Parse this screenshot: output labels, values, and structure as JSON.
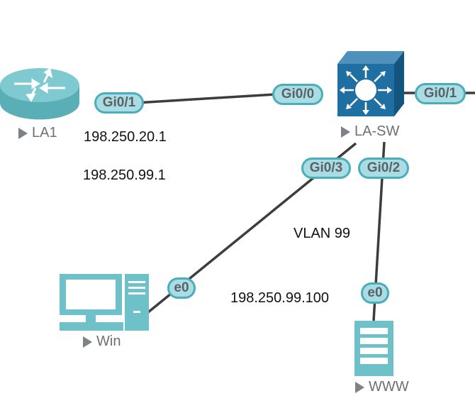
{
  "nodes": {
    "router": {
      "label": "LA1",
      "icon": "router-icon"
    },
    "switch": {
      "label": "LA-SW",
      "icon": "multilayer-switch-icon"
    },
    "pc": {
      "label": "Win",
      "icon": "desktop-pc-icon"
    },
    "server": {
      "label": "WWW",
      "icon": "server-icon"
    }
  },
  "ports": {
    "router_gi01": "Gi0/1",
    "switch_gi00": "Gi0/0",
    "switch_gi01": "Gi0/1",
    "switch_gi03": "Gi0/3",
    "switch_gi02": "Gi0/2",
    "pc_e0": "e0",
    "server_e0": "e0"
  },
  "annotations": {
    "router_ip_1": "198.250.20.1",
    "router_ip_2": "198.250.99.1",
    "vlan": "VLAN 99",
    "server_ip": "198.250.99.100"
  },
  "colors": {
    "device_teal": "#6ec1c8",
    "switch_blue": "#1f6fa3",
    "port_fill": "#a9dde3",
    "port_border": "#4aaeba",
    "link": "#3d3d3d"
  }
}
